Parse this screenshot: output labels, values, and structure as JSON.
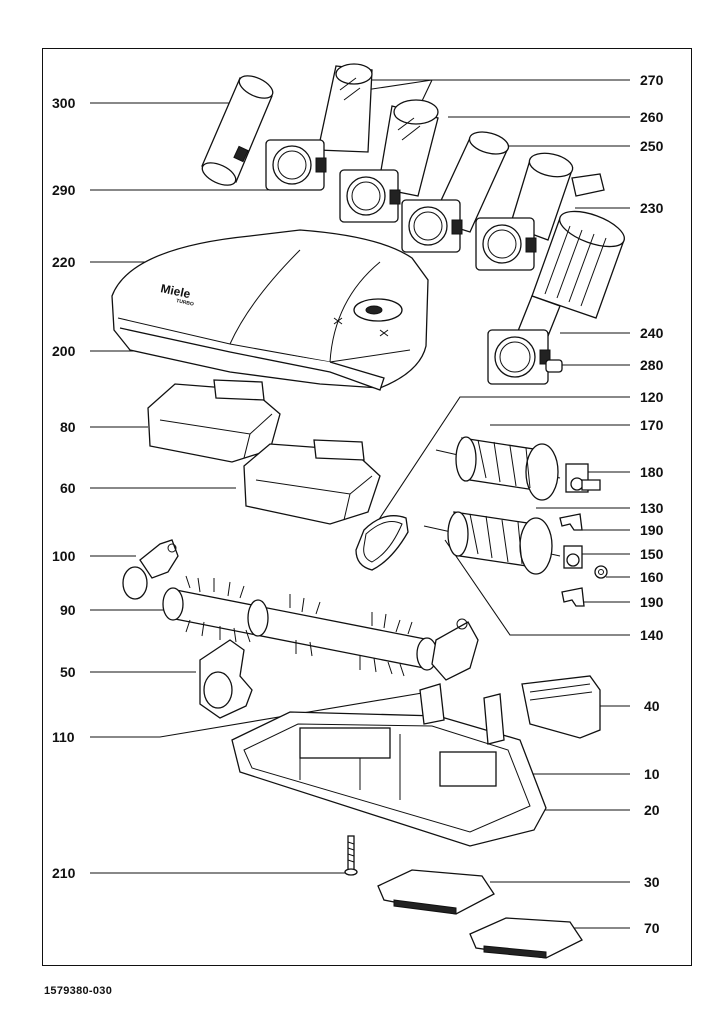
{
  "document_number": "1579380-030",
  "part_labels": {
    "p300": "300",
    "p270": "270",
    "p260": "260",
    "p250": "250",
    "p290": "290",
    "p230": "230",
    "p220": "220",
    "p240": "240",
    "p200": "200",
    "p280": "280",
    "p120": "120",
    "p80": "80",
    "p170": "170",
    "p180": "180",
    "p60": "60",
    "p130": "130",
    "p190a": "190",
    "p100": "100",
    "p150": "150",
    "p160": "160",
    "p90": "90",
    "p190b": "190",
    "p140": "140",
    "p50": "50",
    "p40": "40",
    "p110": "110",
    "p10": "10",
    "p20": "20",
    "p210": "210",
    "p30": "30",
    "p70": "70"
  },
  "brand_marking": "Miele TURBO"
}
